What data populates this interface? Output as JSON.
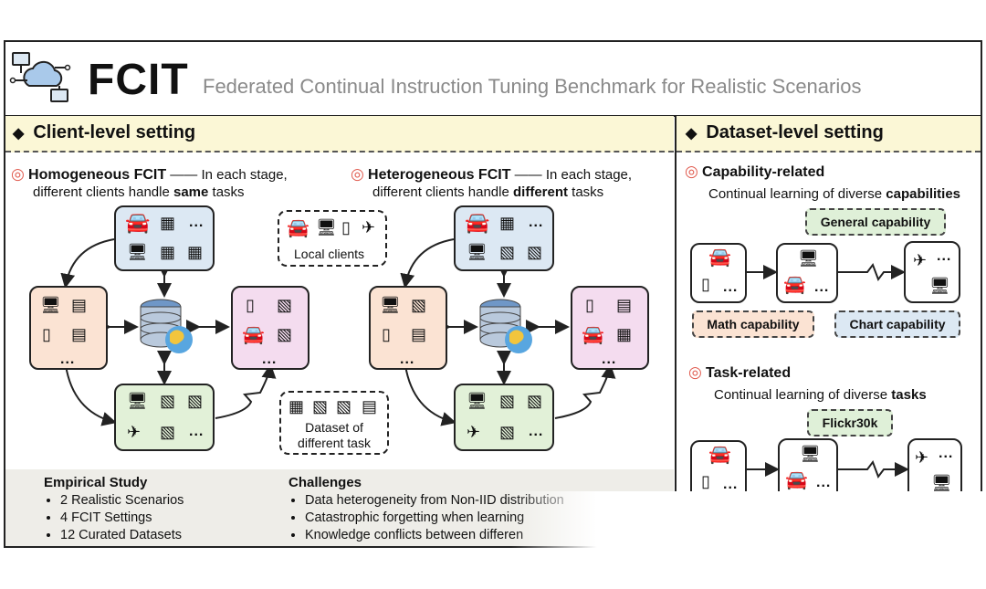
{
  "header": {
    "title": "FCIT",
    "subtitle": "Federated Continual Instruction Tuning Benchmark for Realistic Scenarios",
    "logo_icon": "cloud-network-icon"
  },
  "client_level": {
    "heading": "Client-level setting",
    "homogeneous": {
      "title": "Homogeneous FCIT",
      "dash": "——",
      "line1_rest": "In each stage,",
      "line2_pre": "different clients handle ",
      "line2_bold": "same",
      "line2_post": " tasks"
    },
    "heterogeneous": {
      "title": "Heterogeneous FCIT",
      "dash": "——",
      "line1_rest": "In each stage,",
      "line2_pre": "different clients handle ",
      "line2_bold": "different",
      "line2_post": " tasks"
    },
    "legend_local_clients": "Local clients",
    "legend_dataset": "Dataset of\ndifferent task",
    "ellipsis": "..."
  },
  "dataset_level": {
    "heading": "Dataset-level setting",
    "capability": {
      "title": "Capability-related",
      "desc_pre": "Continual learning of diverse ",
      "desc_bold": "capabilities",
      "tag_general": "General capability",
      "tag_math": "Math capability",
      "tag_chart": "Chart capability"
    },
    "task": {
      "title": "Task-related",
      "desc_pre": "Continual learning of diverse ",
      "desc_bold": "tasks",
      "tag_flickr": "Flickr30k"
    }
  },
  "empirical": {
    "title": "Empirical Study",
    "items": [
      "2 Realistic Scenarios",
      "4 FCIT Settings",
      "12 Curated Datasets"
    ]
  },
  "challenges": {
    "title": "Challenges",
    "items": [
      "Data heterogeneity from Non-IID distribution",
      "Catastrophic forgetting when learning",
      "Knowledge conflicts between differen"
    ]
  },
  "colors": {
    "heading_bg": "#fbf7d6",
    "blue": "#dce8f3",
    "peach": "#fbe3d3",
    "pink": "#f4dcef",
    "green": "#e2f1d8",
    "bottom_bg": "#eeede8",
    "tag_general": "#dff0d8",
    "tag_math": "#fbe3d3",
    "tag_chart": "#dce8f3"
  }
}
